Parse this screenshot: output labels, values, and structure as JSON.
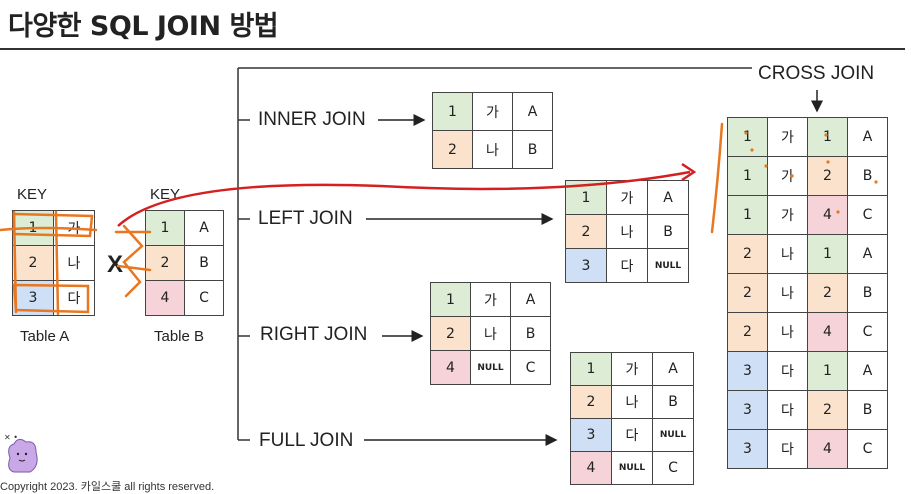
{
  "title": "다양한 SQL JOIN 방법",
  "key_a": "KEY",
  "key_b": "KEY",
  "multiply": "X",
  "table_a_caption": "Table A",
  "table_b_caption": "Table B",
  "table_a": [
    [
      "1",
      "가"
    ],
    [
      "2",
      "나"
    ],
    [
      "3",
      "다"
    ]
  ],
  "table_b": [
    [
      "1",
      "A"
    ],
    [
      "2",
      "B"
    ],
    [
      "4",
      "C"
    ]
  ],
  "joins": {
    "inner": "INNER JOIN",
    "left": "LEFT JOIN",
    "right": "RIGHT JOIN",
    "full": "FULL JOIN",
    "cross": "CROSS JOIN"
  },
  "inner_rows": [
    [
      "1",
      "가",
      "A"
    ],
    [
      "2",
      "나",
      "B"
    ]
  ],
  "left_rows": [
    [
      "1",
      "가",
      "A"
    ],
    [
      "2",
      "나",
      "B"
    ],
    [
      "3",
      "다",
      "NULL"
    ]
  ],
  "right_rows": [
    [
      "1",
      "가",
      "A"
    ],
    [
      "2",
      "나",
      "B"
    ],
    [
      "4",
      "NULL",
      "C"
    ]
  ],
  "full_rows": [
    [
      "1",
      "가",
      "A"
    ],
    [
      "2",
      "나",
      "B"
    ],
    [
      "3",
      "다",
      "NULL"
    ],
    [
      "4",
      "NULL",
      "C"
    ]
  ],
  "cross_rows": [
    [
      "1",
      "가",
      "1",
      "A"
    ],
    [
      "1",
      "가",
      "2",
      "B"
    ],
    [
      "1",
      "가",
      "4",
      "C"
    ],
    [
      "2",
      "나",
      "1",
      "A"
    ],
    [
      "2",
      "나",
      "2",
      "B"
    ],
    [
      "2",
      "나",
      "4",
      "C"
    ],
    [
      "3",
      "다",
      "1",
      "A"
    ],
    [
      "3",
      "다",
      "2",
      "B"
    ],
    [
      "3",
      "다",
      "4",
      "C"
    ]
  ],
  "copyright": "Copyright 2023. 카일스쿨 all rights reserved.",
  "colors": {
    "key1": "#dcecd5",
    "key2": "#fbe2cc",
    "key3": "#cfdff6",
    "key4": "#f6d3d8",
    "annotation": "#e87722",
    "arrow_red": "#d42020"
  }
}
